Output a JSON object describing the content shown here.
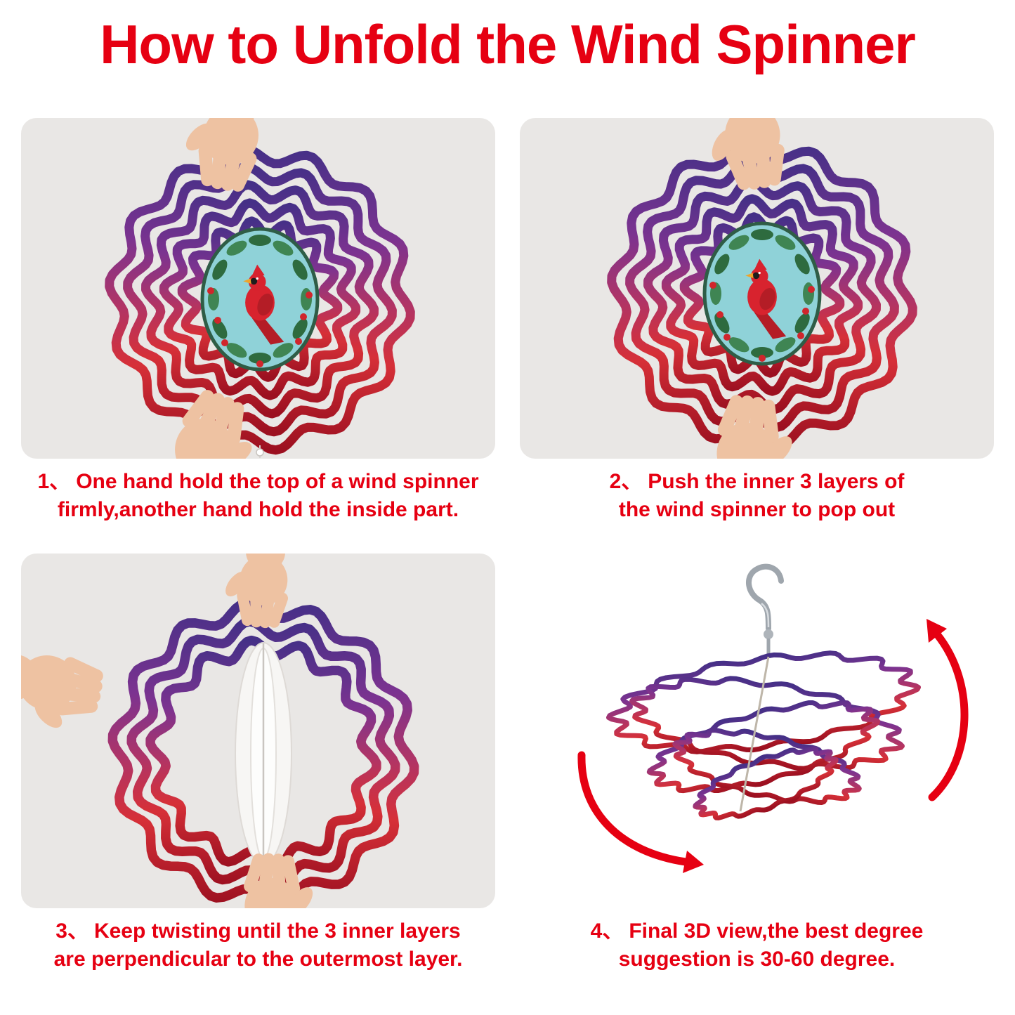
{
  "title": "How to Unfold the Wind Spinner",
  "colors": {
    "accent_red": "#e60012",
    "spinner_gradient": [
      "#453087",
      "#7c3390",
      "#b03466",
      "#d63038",
      "#9c1020"
    ],
    "medallion_teal": "#8fd2d8",
    "cardinal_red": "#d8232e",
    "leaf_green": "#2e6b3f",
    "skin": "#eec2a2",
    "metal": "#9fa6ad"
  },
  "steps": [
    {
      "number": "1、",
      "line1": "One hand hold the top of a wind spinner",
      "line2": "firmly,another hand hold the inside part.",
      "illustration": "hands-holding-wind-spinner-front-view"
    },
    {
      "number": "2、",
      "line1": "Push the inner 3 layers of",
      "line2": "the wind spinner to pop out",
      "illustration": "hand-pushing-inner-layers"
    },
    {
      "number": "3、",
      "line1": "Keep twisting until the 3 inner layers",
      "line2": "are perpendicular to the outermost layer.",
      "illustration": "twisting-inner-layers-perpendicular"
    },
    {
      "number": "4、",
      "line1": "Final 3D view,the best degree",
      "line2": "suggestion is 30-60 degree.",
      "illustration": "final-3d-view-hanging-on-hook"
    }
  ]
}
